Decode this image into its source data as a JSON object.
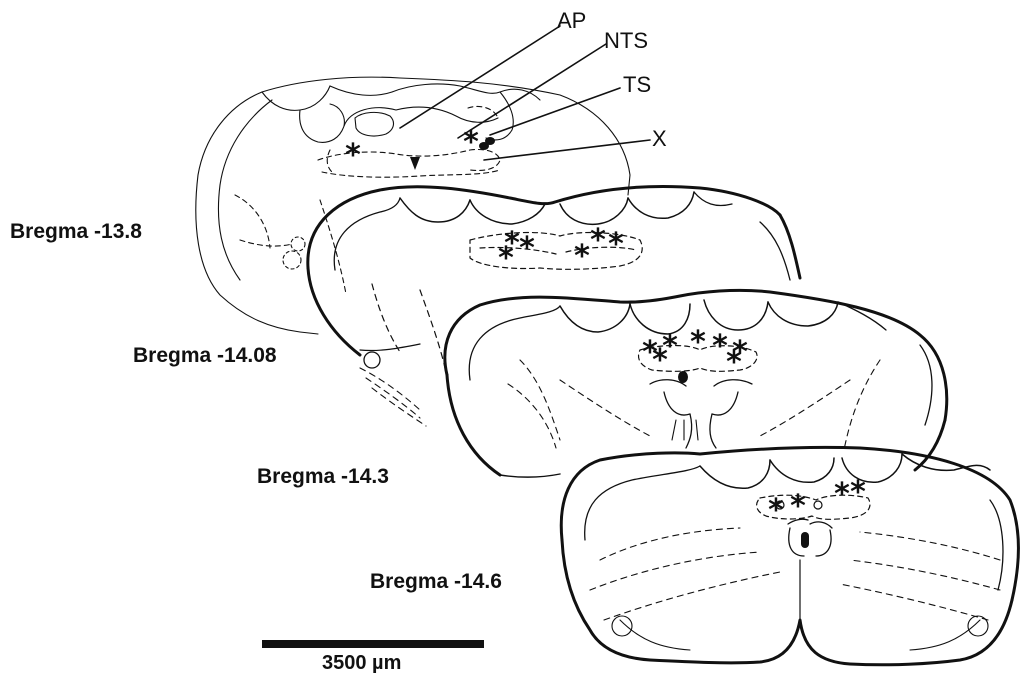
{
  "annotations": {
    "ap": "AP",
    "nts": "NTS",
    "ts": "TS",
    "x": "X"
  },
  "sections": [
    {
      "label": "Bregma -13.8"
    },
    {
      "label": "Bregma -14.08"
    },
    {
      "label": "Bregma -14.3"
    },
    {
      "label": "Bregma -14.6"
    }
  ],
  "scale_bar": {
    "label": "3500 µm"
  },
  "colors": {
    "ink": "#111111",
    "background": "#ffffff"
  },
  "marker_glyph": "*"
}
